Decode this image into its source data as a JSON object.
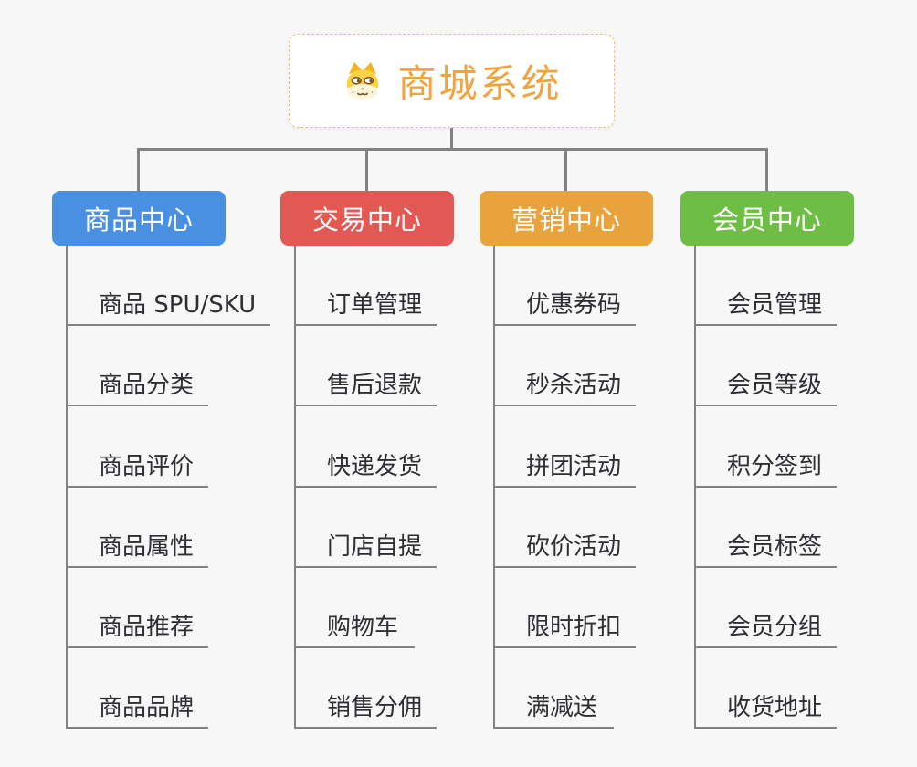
{
  "root": {
    "title": "商城系统",
    "title_color": "#f0a43e",
    "border_color": "#f2c06b",
    "icon": "dog-icon"
  },
  "colors": {
    "canvas_background": "#f7f7f7",
    "connector_gray": "#828282",
    "leaf_text": "#2e2e33"
  },
  "branches": [
    {
      "label": "商品中心",
      "color": "#4a90e2",
      "items": [
        "商品 SPU/SKU",
        "商品分类",
        "商品评价",
        "商品属性",
        "商品推荐",
        "商品品牌"
      ]
    },
    {
      "label": "交易中心",
      "color": "#e25852",
      "items": [
        "订单管理",
        "售后退款",
        "快递发货",
        "门店自提",
        "购物车",
        "销售分佣"
      ]
    },
    {
      "label": "营销中心",
      "color": "#e8a33d",
      "items": [
        "优惠券码",
        "秒杀活动",
        "拼团活动",
        "砍价活动",
        "限时折扣",
        "满减送"
      ]
    },
    {
      "label": "会员中心",
      "color": "#6ebe45",
      "items": [
        "会员管理",
        "会员等级",
        "积分签到",
        "会员标签",
        "会员分组",
        "收货地址"
      ]
    }
  ]
}
